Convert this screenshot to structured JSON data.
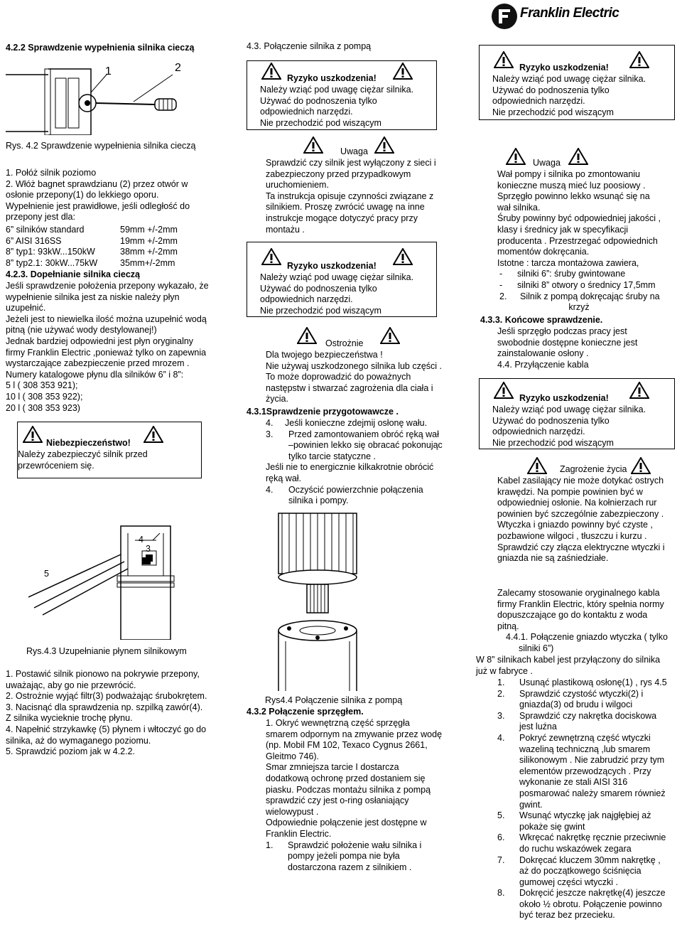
{
  "brand": {
    "name": "Franklin Electric"
  },
  "col1": {
    "heading": "4.2.2 Sprawdzenie wypełnienia silnika cieczą",
    "fig1_labels": [
      "1",
      "2"
    ],
    "fig1_caption": "Rys. 4.2 Sprawdzenie wypełnienia silnika cieczą",
    "lines1": [
      "1. Połóż silnik poziomo",
      "2. Włóż bagnet sprawdzianu (2) przez otwór w",
      "osłonie przepony(1) do lekkiego oporu.",
      "Wypełnienie jest prawidłowe, jeśli odległość do",
      "przepony jest dla:"
    ],
    "rows": [
      {
        "label": "6” silników standard",
        "value": "59mm +/-2mm"
      },
      {
        "label": "6” AISI 316SS",
        "value": "19mm +/-2mm"
      },
      {
        "label": "8” typ1:  93kW...150kW",
        "value": "38mm +/-2mm"
      },
      {
        "label": "8” typ2.1: 30kW...75kW",
        "value": "35mm+/-2mm"
      }
    ],
    "heading2": "4.2.3. Dopełnianie silnika cieczą",
    "lines2": [
      "Jeśli sprawdzenie położenia przepony wykazało, że",
      "wypełnienie silnika jest za niskie należy płyn",
      "uzupełnić.",
      "Jeżeli jest to niewielka ilość można uzupełnić wodą",
      "pitną (nie używać wody destylowanej!)",
      "Jednak bardziej odpowiedni jest płyn oryginalny",
      "firmy Franklin Electric ,ponieważ tylko on zapewnia",
      "wystarczające zabezpieczenie przed mrozem .",
      "Numery katalogowe płynu dla silników 6” i 8”:",
      "  5 l ( 308 353 921);",
      "10 l ( 308 353 922);",
      "20 l ( 308 353 923)"
    ],
    "danger_title": "Niebezpieczeństwo!",
    "danger_lines": [
      "Należy zabezpieczyć silnik przed",
      "przewróceniem się."
    ],
    "fig2_labels": [
      "4",
      "3",
      "5"
    ],
    "fig2_caption": "Rys.4.3 Uzupełnianie płynem silnikowym",
    "lines3": [
      "1. Postawić silnik pionowo na pokrywie przepony,",
      "uważając, aby go nie przewrócić.",
      "2. Ostrożnie wyjąć filtr(3) podważając śrubokrętem.",
      "3. Nacisnąć dla sprawdzenia np. szpilką zawór(4).",
      " Z silnika wycieknie trochę płynu.",
      "4. Napełnić strzykawkę (5) płynem i włtoczyć go do",
      "silnika, aż do wymaganego poziomu.",
      "5. Sprawdzić poziom jak w 4.2.2."
    ]
  },
  "col2": {
    "heading": "4.3. Połączenie silnika z pompą",
    "risk_title": "Ryzyko uszkodzenia!",
    "risk_lines": [
      "Należy wziąć pod uwagę ciężar silnika.",
      " Używać do podnoszenia tylko",
      "odpowiednich narzędzi.",
      " Nie przechodzić pod wiszącym"
    ],
    "note_title": "Uwaga",
    "note_lines": [
      "Sprawdzić czy silnik jest wyłączony z sieci i",
      "zabezpieczony przed przypadkowym",
      "uruchomieniem.",
      "Ta instrukcja opisuje czynności związane z",
      "silnikiem. Proszę zwrócić uwagę na inne",
      "instrukcje mogące dotyczyć pracy przy",
      "montażu ."
    ],
    "risk2_lines": [
      "Należy wziąć pod uwagę ciężar silnika.",
      " Używać do podnoszenia tylko",
      "odpowiednich narzędzi.",
      " Nie przechodzić pod wiszącym"
    ],
    "caution_title": "Ostrożnie",
    "caution_lines": [
      "Dla twojego bezpieczeństwa !",
      "Nie używaj uszkodzonego silnika lub części .",
      "To może doprowadzić do poważnych",
      "następstw i stwarzać zagrożenia dla ciała i",
      "życia."
    ],
    "heading2": "4.3.1Sprawdzenie przygotowawcze .",
    "steps": [
      {
        "n": "4.",
        "lines": [
          "Jeśli konieczne zdejmij osłonę wału."
        ]
      },
      {
        "n": "3.",
        "lines": [
          "Przed zamontowaniem obróć ręką wał",
          "–powinien lekko się obracać pokonując",
          "tylko tarcie statyczne ."
        ]
      }
    ],
    "step_extra": [
      "Jeśli nie to energicznie kilkakrotnie obrócić",
      "ręką wał."
    ],
    "step4": {
      "n": "4.",
      "lines": [
        "Oczyścić powierzchnie połączenia",
        "silnika i pompy."
      ]
    },
    "fig_caption": "Rys4.4 Połączenie silnika z pompą",
    "heading3": "4.3.2 Połączenie sprzęgłem.",
    "lines3": [
      "1. Okryć wewnętrzną część sprzęgła",
      "smarem odpornym na zmywanie przez wodę",
      "(np. Mobil FM 102, Texaco Cygnus 2661,",
      "Gleitmo 746).",
      "Smar zmniejsza tarcie I dostarcza",
      "dodatkową ochronę przed dostaniem się",
      "piasku. Podczas montażu silnika z pompą",
      "sprawdzić czy jest o-ring osłaniający",
      "wielowypust .",
      "Odpowiednie połączenie jest dostępne w",
      "Franklin Electric."
    ],
    "last_step": {
      "n": "1.",
      "lines": [
        "Sprawdzić położenie wału silnika i",
        "pompy jeżeli pompa nie była",
        "dostarczona razem z silnikiem ."
      ]
    }
  },
  "col3": {
    "risk_title": "Ryzyko uszkodzenia!",
    "risk_lines": [
      "Należy wziąć pod uwagę ciężar silnika.",
      " Używać do podnoszenia tylko",
      "odpowiednich narzędzi.",
      " Nie przechodzić pod wiszącym"
    ],
    "note_title": "Uwaga",
    "note_lines": [
      "Wał pompy i silnika po zmontowaniu",
      "konieczne muszą mieć luz poosiowy .",
      "Sprzęgło powinno lekko wsunąć się na",
      "wał silnika.",
      "Śruby powinny być odpowiedniej jakości ,",
      "klasy i średnicy  jak w specyfikacji",
      "producenta . Przestrzegać odpowiednich",
      "momentów dokręcania.",
      "Istotne : tarcza montażowa zawiera,"
    ],
    "bullets": [
      "silniki 6”: śruby gwintowane",
      "silniki 8” otwory o średnicy 17,5mm"
    ],
    "step2": [
      "2.",
      "Silnik z pompą dokręcając śruby na",
      "krzyż"
    ],
    "heading": "4.3.3. Końcowe sprawdzenie.",
    "final_lines": [
      "Jeśli sprzęgło podczas pracy jest",
      "swobodnie dostępne konieczne jest",
      "zainstalowanie osłony .",
      "4.4. Przyłączenie kabla"
    ],
    "risk2_lines": [
      "Należy wziąć pod uwagę ciężar silnika.",
      " Używać do podnoszenia tylko",
      "odpowiednich narzędzi.",
      " Nie przechodzić pod wiszącym"
    ],
    "hazard_title": "Zagrożenie życia",
    "hazard_lines": [
      "Kabel zasilający nie może dotykać ostrych",
      "krawędzi. Na pompie powinien być w",
      "odpowiedniej osłonie. Na kołnierzach rur",
      "powinien być szczególnie zabezpieczony .",
      "Wtyczka i gniazdo powinny być czyste ,",
      "pozbawione wilgoci , tłuszczu i kurzu .",
      "Sprawdzić czy złącza elektryczne wtyczki i",
      "gniazda nie są zaśniedziałe."
    ],
    "cable_lines": [
      "Zalecamy stosowanie oryginalnego kabla",
      "firmy Franklin Electric, który spełnia normy",
      "dopuszczające go do kontaktu z woda",
      "pitną.",
      "4.4.1. Połączenie gniazdo wtyczka ( tylko",
      "silniki 6”)"
    ],
    "w8_lines": [
      "W 8” silnikach kabel jest przyłączony do silnika",
      "już w fabryce ."
    ],
    "numbered": [
      {
        "n": "1.",
        "lines": [
          "Usunąć plastikową osłonę(1) , rys 4.5"
        ]
      },
      {
        "n": "2.",
        "lines": [
          "Sprawdzić czystość wtyczki(2) i",
          "gniazda(3) od brudu i wilgoci"
        ]
      },
      {
        "n": "3.",
        "lines": [
          "Sprawdzić czy nakrętka dociskowa",
          "jest luźna"
        ]
      },
      {
        "n": "4.",
        "lines": [
          "Pokryć zewnętrzną część wtyczki",
          "wazeliną techniczną ,lub smarem",
          "silikonowym . Nie zabrudzić przy tym",
          "elementów przewodzących . Przy",
          "wykonanie ze stali AISI 316",
          "posmarować należy smarem również",
          "gwint."
        ]
      },
      {
        "n": "5.",
        "lines": [
          "Wsunąć wtyczkę jak najgłębiej aż",
          "pokaże się gwint"
        ]
      },
      {
        "n": "6.",
        "lines": [
          "Wkręcać nakrętkę ręcznie przeciwnie",
          "do ruchu wskazówek zegara"
        ]
      },
      {
        "n": "7.",
        "lines": [
          "Dokręcać kluczem 30mm nakrętkę ,",
          "aż do początkowego ściśnięcia",
          "gumowej części wtyczki ."
        ]
      },
      {
        "n": "8.",
        "lines": [
          "Dokręcić jeszcze nakrętkę(4) jeszcze",
          "około ½ obrotu. Połączenie powinno",
          "być teraz bez przecieku."
        ]
      }
    ]
  }
}
